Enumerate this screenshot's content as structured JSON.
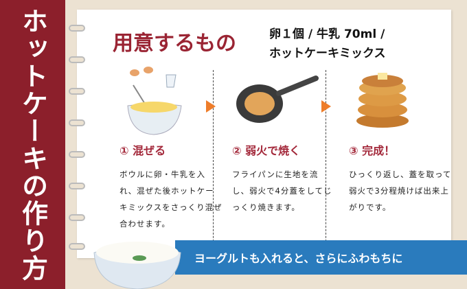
{
  "side_title": "ホットケーキの作り方",
  "title": "用意するもの",
  "ingredients": [
    "卵１個 / 牛乳 70ml /",
    "ホットケーキミックス"
  ],
  "steps": [
    {
      "heading": "① 混ぜる",
      "text": "ボウルに卵・牛乳を入れ、混ぜた後ホットケーキミックスをさっくり混ぜ合わせます。"
    },
    {
      "heading": "② 弱火で焼く",
      "text": "フライパンに生地を流し、弱火で4分蓋をしてじっくり焼きます。"
    },
    {
      "heading": "③ 完成！",
      "text": "ひっくり返し、蓋を取って弱火で3分程焼けば出来上がりです。"
    }
  ],
  "banner": "ヨーグルトも入れると、さらにふわもちに",
  "colors": {
    "side": "#8c1f2b",
    "accent": "#a3283a",
    "arrow": "#ee7d2a",
    "banner": "#2a7bbd"
  }
}
